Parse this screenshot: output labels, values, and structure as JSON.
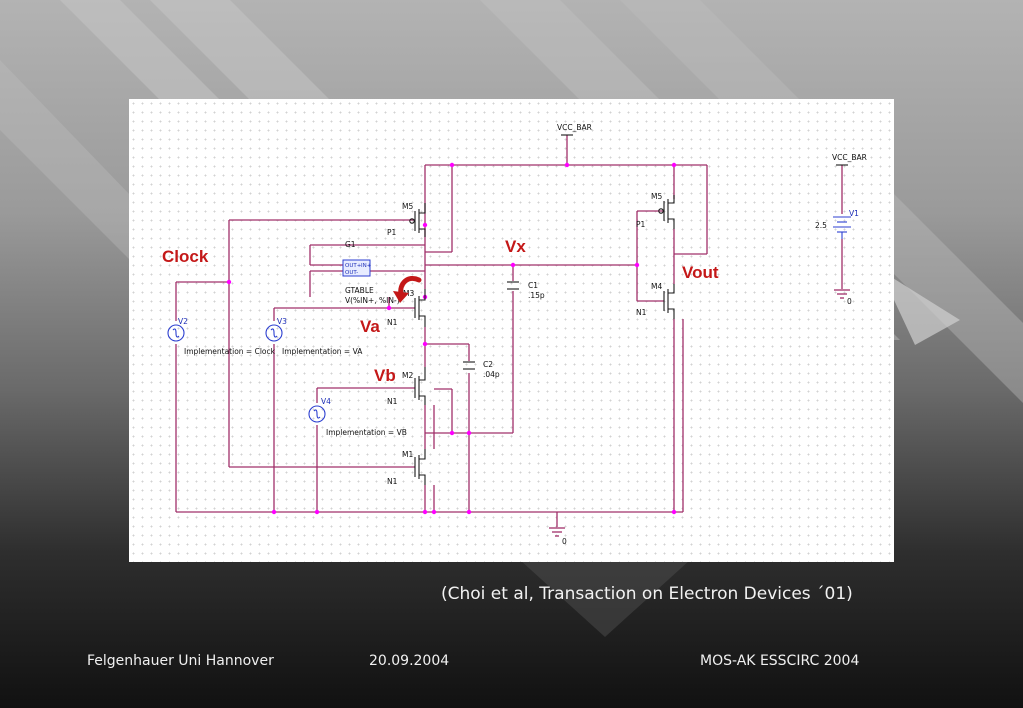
{
  "schematic": {
    "supply_labels": [
      "VCC_BAR",
      "VCC_BAR"
    ],
    "ground_labels": [
      "0",
      "0"
    ],
    "source_value": "2.5",
    "transistors": [
      {
        "name": "M5",
        "type": "P1"
      },
      {
        "name": "M5",
        "type": "P1"
      },
      {
        "name": "M3",
        "type": "N1"
      },
      {
        "name": "M4",
        "type": "N1"
      },
      {
        "name": "M2",
        "type": "N1"
      },
      {
        "name": "M1",
        "type": "N1"
      }
    ],
    "sources": [
      {
        "name": "V1"
      },
      {
        "name": "V2",
        "implementation": "Implementation = Clock"
      },
      {
        "name": "V3",
        "implementation": "Implementation = VA"
      },
      {
        "name": "V4",
        "implementation": "Implementation = VB"
      }
    ],
    "capacitors": [
      {
        "name": "C1",
        "value": ".15p"
      },
      {
        "name": "C2",
        "value": ".04p"
      }
    ],
    "gtable": {
      "name": "G1",
      "type": "GTABLE",
      "expr": "V(%IN+, %IN-)",
      "pins": [
        "IN+",
        "IN-",
        "OUT+",
        "OUT-"
      ]
    },
    "node_labels": {
      "clock": "Clock",
      "vx": "Vx",
      "va": "Va",
      "vb": "Vb",
      "vout": "Vout"
    },
    "colors": {
      "wire": "#a0306a",
      "node": "#ff00ff",
      "source": "#2c3fd0",
      "annotation": "#c41818"
    }
  },
  "caption": "(Choi et al, Transaction on Electron Devices ´01)",
  "footer": {
    "left": "Felgenhauer Uni Hannover",
    "date": "20.09.2004",
    "right": "MOS-AK ESSCIRC 2004"
  }
}
